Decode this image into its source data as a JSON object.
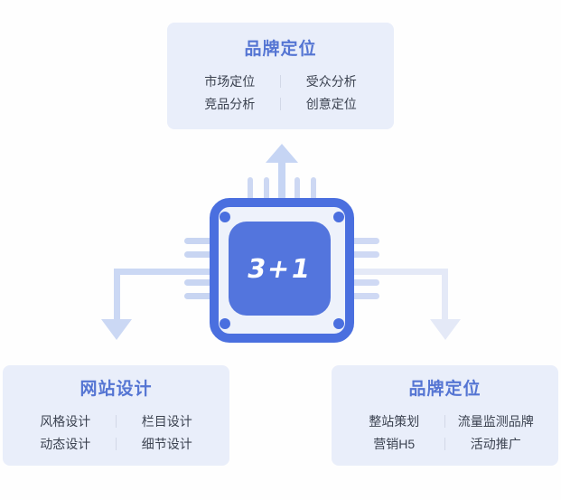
{
  "center": {
    "chip_label": "3+1"
  },
  "cards": [
    {
      "id": "top",
      "title": "品牌定位",
      "items": [
        "市场定位",
        "受众分析",
        "竞品分析",
        "创意定位"
      ]
    },
    {
      "id": "bottom-left",
      "title": "网站设计",
      "items": [
        "风格设计",
        "栏目设计",
        "动态设计",
        "细节设计"
      ]
    },
    {
      "id": "bottom-right",
      "title": "品牌定位",
      "items": [
        "整站策划",
        "流量监测品牌",
        "营销H5",
        "活动推广"
      ]
    }
  ],
  "colors": {
    "accent_blue": "#4a6fdf",
    "chip_core_blue": "#5375dd",
    "title_blue": "#5575d3",
    "item_text": "#3b4250",
    "card_background": "#e9eefa",
    "arrow_light_blue": "#cbd8f4",
    "arrow_pale_blue": "#e4e9f7",
    "page_background": "#fefefe"
  }
}
